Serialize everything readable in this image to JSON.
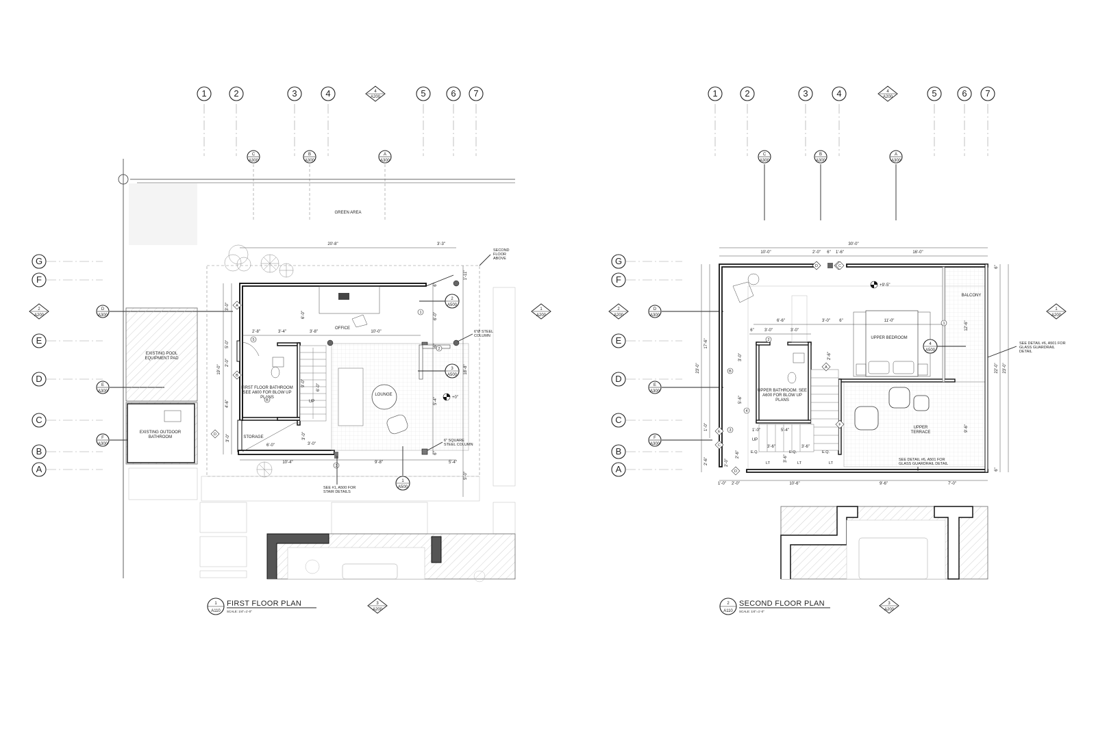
{
  "grid_columns": [
    "1",
    "2",
    "3",
    "4",
    "5",
    "6",
    "7"
  ],
  "grid_rows": [
    "G",
    "F",
    "E",
    "D",
    "C",
    "B",
    "A"
  ],
  "elevation_tag": {
    "num": "4",
    "sheet": "A200"
  },
  "plans": [
    {
      "title": "FIRST FLOOR PLAN",
      "scale": "SCALE: 1/4\"=1'-0\"",
      "view_num": "1",
      "view_sheet": "A110",
      "south_tag": {
        "num": "3",
        "sheet": "A200"
      },
      "east_tag": {
        "num": "1",
        "sheet": "A200"
      },
      "west_tag": {
        "num": "2",
        "sheet": "A200"
      },
      "section_tags_top": [
        {
          "letter": "C",
          "sheet": "A300"
        },
        {
          "letter": "B",
          "sheet": "A300"
        },
        {
          "letter": "A",
          "sheet": "A300"
        }
      ],
      "section_tags_left": [
        {
          "letter": "D",
          "sheet": "A300"
        },
        {
          "letter": "E",
          "sheet": "A300"
        },
        {
          "letter": "F",
          "sheet": "A300"
        }
      ],
      "detail_tags": [
        {
          "num": "2",
          "sheet": "A500"
        },
        {
          "num": "3",
          "sheet": "A500"
        },
        {
          "num": "1",
          "sheet": "A500"
        }
      ],
      "rooms": {
        "green_area": "GREEN AREA",
        "office": "OFFICE",
        "lounge": "LOUNGE",
        "storage": "STORAGE",
        "pool_pad": [
          "EXISTING POOL",
          "EQUIPMENT PAD"
        ],
        "outdoor_bath": [
          "EXISTING OUTDOOR",
          "BATHROOM"
        ],
        "bathroom": [
          "FIRST FLOOR BATHROOM",
          "SEE A600 FOR BLOW UP",
          "PLANS"
        ],
        "up": "UP"
      },
      "notes": {
        "second_floor_above": [
          "SECOND",
          "FLOOR",
          "ABOVE"
        ],
        "steel_column": [
          "6\"Ø STEEL",
          "COLUMN"
        ],
        "square_column": [
          "6\" SQUARE",
          "STEEL COLUMN"
        ],
        "stair_details": [
          "SEE #1, A500 FOR",
          "STAIR DETAILS"
        ],
        "level": "+0\""
      },
      "dims": {
        "top_overall": "20'-8\"",
        "top_right": "3'-3\"",
        "office_w": "10'-0\"",
        "bath_w1": "2'-8\"",
        "bath_w2": "3'-4\"",
        "bath_w3": "3'-8\"",
        "left_1": "3'-0\"",
        "left_2": "5'-0\"",
        "left_3": "2'-0\"",
        "left_overall": "19'-0\"",
        "left_4": "4'-6\"",
        "office_h": "6'-0\"",
        "stair_h1": "9'-0\"",
        "stair_h2": "6'-0\"",
        "storage_h": "3'-0\"",
        "storage_w": "6'-0\"",
        "stor_w2": "3'-0\"",
        "stor_w3": "3'-0\"",
        "bottom_1": "10'-4\"",
        "bottom_2": "9'-8\"",
        "bottom_3": "5'-4\"",
        "right_1": "1'-11\"",
        "right_2": "6'-0\"",
        "right_overall": "18'-8\"",
        "right_3": "5'-4\"",
        "right_4": "5'-0\"",
        "right_5": "6\"",
        "right_6": "6\"",
        "right_7": "6\""
      },
      "door_tags": [
        "A",
        "B",
        "B",
        "D",
        "1",
        "2",
        "3",
        "5"
      ]
    },
    {
      "title": "SECOND FLOOR PLAN",
      "scale": "SCALE: 1/4\"=1'-0\"",
      "view_num": "2",
      "view_sheet": "A110",
      "south_tag": {
        "num": "3",
        "sheet": "A200"
      },
      "east_tag": {
        "num": "1",
        "sheet": "A200"
      },
      "west_tag": {
        "num": "2",
        "sheet": "A200"
      },
      "section_tags_top": [
        {
          "letter": "C",
          "sheet": "A300"
        },
        {
          "letter": "B",
          "sheet": "A300"
        },
        {
          "letter": "A",
          "sheet": "A300"
        }
      ],
      "section_tags_left": [
        {
          "letter": "D",
          "sheet": "A300"
        },
        {
          "letter": "E",
          "sheet": "A300"
        },
        {
          "letter": "F",
          "sheet": "A300"
        }
      ],
      "detail_tags": [
        {
          "num": "4",
          "sheet": "A500"
        }
      ],
      "rooms": {
        "balcony": "BALCONY",
        "upper_bedroom": "UPPER BEDROOM",
        "upper_terrace": [
          "UPPER",
          "TERRACE"
        ],
        "bathroom": [
          "UPPER BATHROOM. SEE",
          "A600 FOR BLOW UP",
          "PLANS"
        ],
        "up": "UP"
      },
      "notes": {
        "glass_guardrail": [
          "SEE DETAIL #6, A501 FOR",
          "GLASS GUARDRAIL",
          "DETAIL"
        ],
        "bottom_guardrail": [
          "SEE DETAIL #6, A501 FOR",
          "GLASS GUARDRAIL DETAIL"
        ],
        "level": "+9'-5\"",
        "lt": "LT",
        "eq": "E.Q."
      },
      "dims": {
        "top_overall": "30'-0\"",
        "top_1": "10'-0\"",
        "top_2": "2'-0\"",
        "top_3": "6\"",
        "top_4": "1'-6\"",
        "top_5": "16'-0\"",
        "mid_1": "6'-6\"",
        "mid_2": "3'-0\"",
        "mid_3": "6\"",
        "mid_4": "11'-0\"",
        "bath_1": "6\"",
        "bath_2": "3'-0\"",
        "bath_3": "3'-0\"",
        "left_overall": "23'-0\"",
        "left_1": "17'-6\"",
        "left_2": "3'-0\"",
        "left_3": "5'-6\"",
        "left_4": "1'-0\"",
        "left_5": "2'-6\"",
        "right_1": "12'-6\"",
        "right_overall": "22'-0\"",
        "right_overall2": "23'-0\"",
        "right_2": "9'-6\"",
        "right_3": "6\"",
        "right_4": "6\"",
        "bottom_1": "10'-6\"",
        "bottom_2": "9'-6\"",
        "bottom_3": "7'-0\"",
        "bottom_4": "1'-0\"",
        "bottom_5": "2'-0\"",
        "stair_1": "1'-0\"",
        "stair_2": "5'-4\"",
        "stair_3": "3'-6\"",
        "stair_4": "3'-6\"",
        "stair_5": "3'-6\"",
        "small_1": "2'-6\"",
        "small_2": "2'-0\"",
        "small_3": "2'-6\""
      },
      "door_tags": [
        "A",
        "B",
        "C",
        "C",
        "D",
        "D",
        "E",
        "F",
        "1",
        "2",
        "3",
        "4"
      ]
    }
  ]
}
